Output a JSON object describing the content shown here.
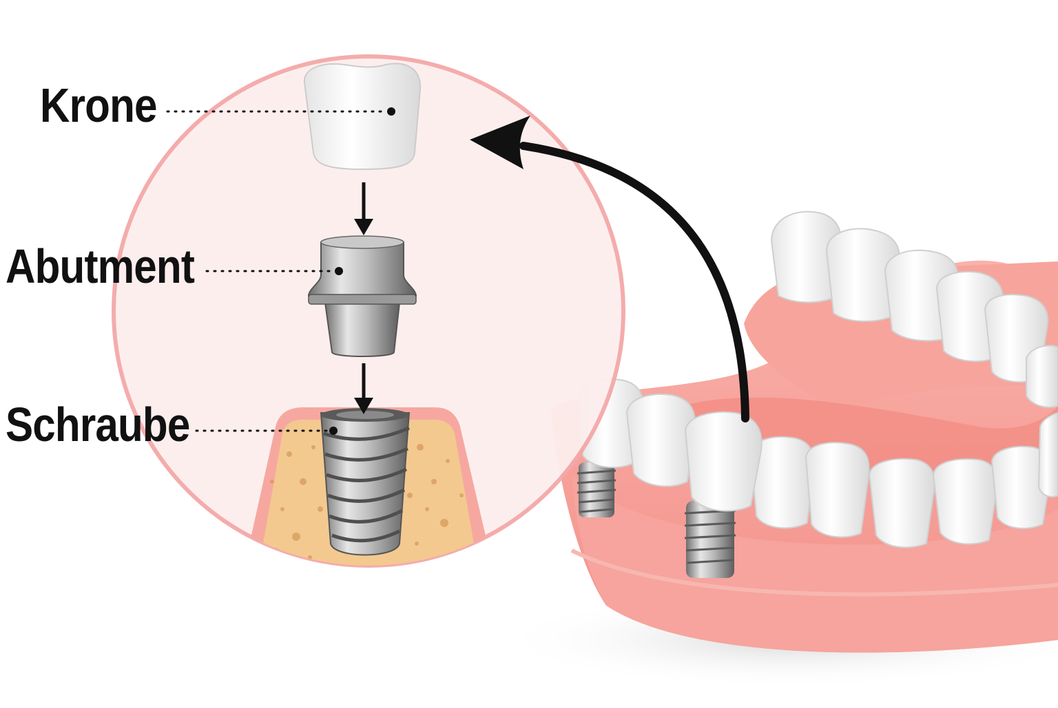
{
  "labels": {
    "krone": "Krone",
    "abutment": "Abutment",
    "schraube": "Schraube"
  },
  "colors": {
    "circle_fill": "#fdeeee",
    "circle_stroke": "#f4a8a8",
    "gum": "#f59a93",
    "gum_light": "#f8b3ab",
    "bone": "#f3c98f",
    "bone_spots": "#d99a5c",
    "tooth": "#f7f7f7",
    "metal": "#a9a9a9",
    "arrow": "#111111"
  }
}
